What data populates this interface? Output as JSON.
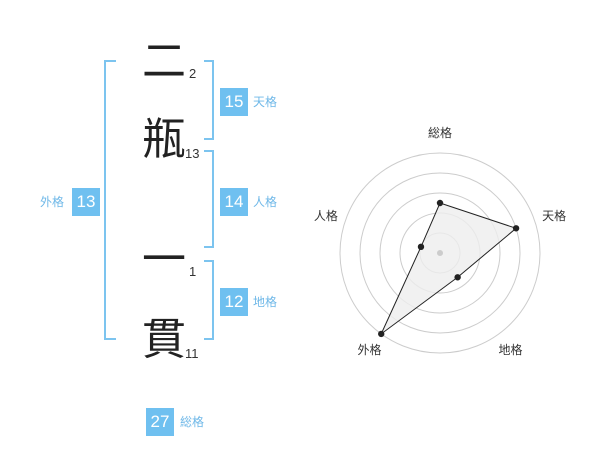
{
  "name_chars": [
    {
      "char": "二",
      "strokes": "2"
    },
    {
      "char": "瓶",
      "strokes": "13"
    },
    {
      "char": "一",
      "strokes": "1"
    },
    {
      "char": "貫",
      "strokes": "11"
    }
  ],
  "kakusu": {
    "tenkaku": {
      "value": "15",
      "label": "天格"
    },
    "jinkaku": {
      "value": "14",
      "label": "人格"
    },
    "chikaku": {
      "value": "12",
      "label": "地格"
    },
    "gaikaku": {
      "value": "13",
      "label": "外格"
    },
    "soukaku": {
      "value": "27",
      "label": "総格"
    }
  },
  "chart_data": {
    "type": "radar",
    "axes": [
      "総格",
      "天格",
      "地格",
      "外格",
      "人格"
    ],
    "values": [
      2.5,
      4.0,
      1.5,
      5.0,
      1.0
    ],
    "range": [
      0,
      5
    ],
    "rings": 5,
    "colors": {
      "grid": "#cccccc",
      "fill": "#eeeeee",
      "line": "#222222",
      "center": "#cccccc"
    }
  }
}
